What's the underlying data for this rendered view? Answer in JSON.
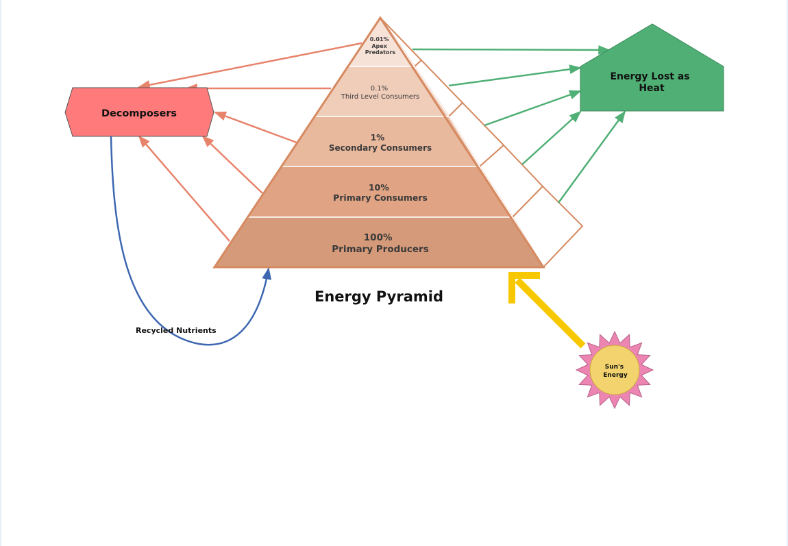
{
  "diagram": {
    "title": "Energy Pyramid",
    "levels": [
      {
        "percent": "0.01%",
        "name_lines": [
          "Apex",
          "Predators"
        ]
      },
      {
        "percent": "0.1%",
        "name_lines": [
          "Third Level Consumers"
        ]
      },
      {
        "percent": "1%",
        "name_lines": [
          "Secondary Consumers"
        ]
      },
      {
        "percent": "10%",
        "name_lines": [
          "Primary Consumers"
        ]
      },
      {
        "percent": "100%",
        "name_lines": [
          "Primary Producers"
        ]
      }
    ],
    "level_colors": [
      "#f7e2d8",
      "#f0cdb9",
      "#e9b99d",
      "#e0a383",
      "#d59a79"
    ],
    "decomposers": {
      "label": "Decomposers",
      "color": "#ff7b7b"
    },
    "heat": {
      "label_lines": [
        "Energy Lost as",
        "Heat"
      ],
      "color": "#4faf74"
    },
    "sun": {
      "label_lines": [
        "Sun's",
        "Energy"
      ],
      "ray_color": "#ec85b1",
      "core_color": "#f2d36e"
    },
    "recycled_label": "Recycled Nutrients",
    "colors": {
      "decay_arrow": "#e8836b",
      "heat_arrow": "#4faf74",
      "nutrient_arrow": "#3d67b0",
      "sun_arrow": "#f7c800",
      "pyramid_outline": "#d58a61"
    }
  }
}
